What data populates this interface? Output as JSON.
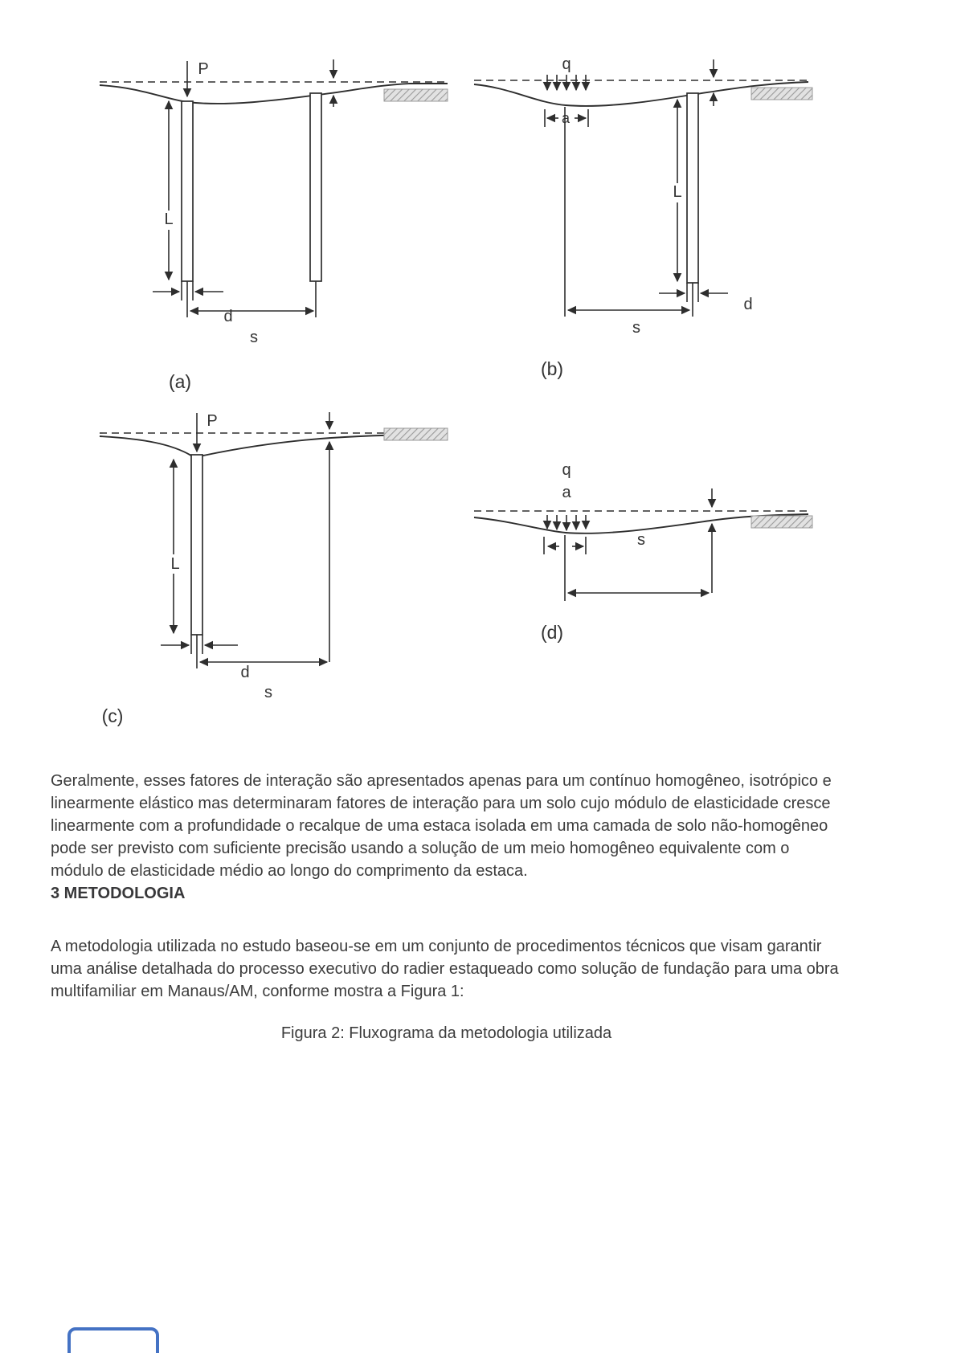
{
  "document": {
    "background": "#ffffff",
    "text_color": "#3c3c3c",
    "diagram_stroke": "#2e2e2e",
    "accent_blue": "#4472c4"
  },
  "figure": {
    "panel_a": {
      "caption": "(a)",
      "load_label": "P",
      "length_label": "L",
      "diameter_label": "d",
      "spacing_label": "s"
    },
    "panel_b": {
      "caption": "(b)",
      "load_label": "q",
      "width_label": "a",
      "length_label": "L",
      "diameter_label": "d",
      "spacing_label": "s"
    },
    "panel_c": {
      "caption": "(c)",
      "load_label": "P",
      "length_label": "L",
      "diameter_label": "d",
      "spacing_label": "s"
    },
    "panel_d": {
      "caption": "(d)",
      "load_label": "q",
      "width_label": "a",
      "spacing_label": "s"
    }
  },
  "content": {
    "paragraph_1": "Geralmente, esses fatores de interação são apresentados apenas para um contínuo homogêneo, isotrópico e linearmente elástico mas determinaram fatores de interação para um solo cujo módulo de elasticidade cresce linearmente com a profundidade o recalque de uma estaca isolada em uma camada de solo não-homogêneo pode ser previsto com suficiente precisão usando a solução de um meio homogêneo equivalente com o módulo de elasticidade médio ao longo do comprimento da estaca.",
    "section_heading": "3 METODOLOGIA",
    "paragraph_2": "A metodologia utilizada no estudo baseou-se em um conjunto de procedimentos técnicos que visam garantir uma análise detalhada do processo executivo do radier estaqueado como solução de fundação para uma obra multifamiliar em Manaus/AM, conforme mostra a Figura 1:",
    "figure_caption": "Figura 2: Fluxograma da metodologia utilizada"
  }
}
